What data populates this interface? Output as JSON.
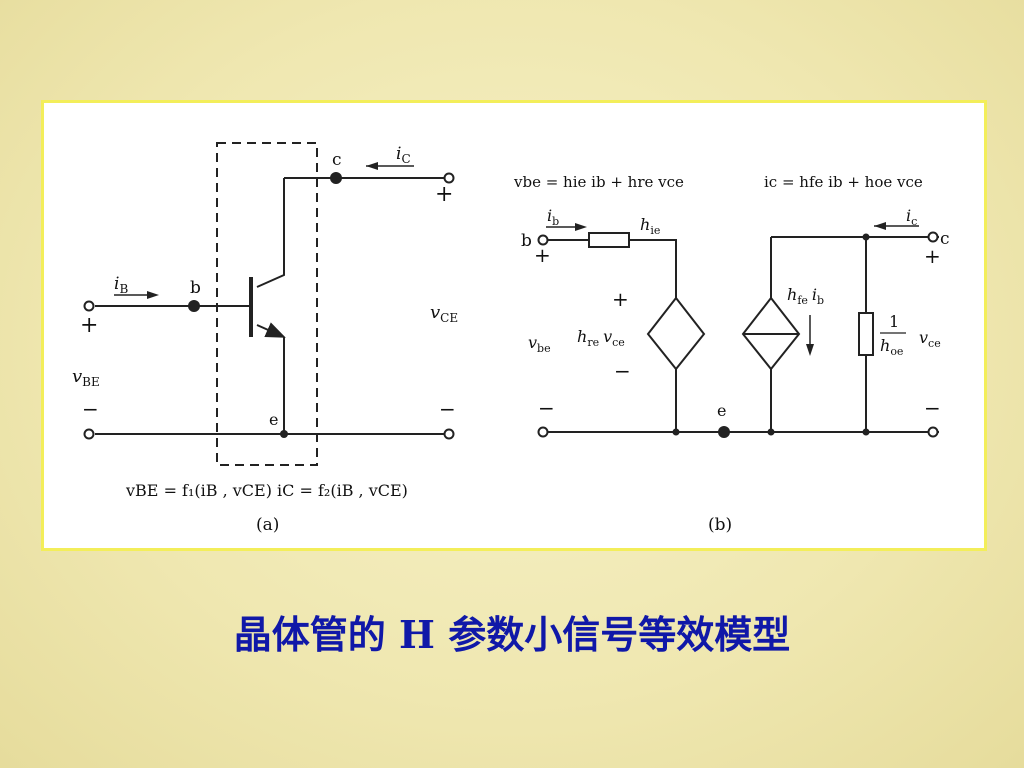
{
  "labels_a": {
    "c": "c",
    "b": "b",
    "e": "e",
    "iC": "i",
    "iC_sub": "C",
    "iB": "i",
    "iB_sub": "B",
    "plus": "+",
    "minus": "−",
    "vCE": "v",
    "vCE_sub": "CE",
    "vBE": "v",
    "vBE_sub": "BE",
    "eq": "vBE = f₁(iB , vCE)   iC = f₂(iB , vCE)",
    "tag": "(a)"
  },
  "labels_b": {
    "b": "b",
    "c": "c",
    "e": "e",
    "plus": "+",
    "minus": "−",
    "ib": "i",
    "ib_sub": "b",
    "ic": "i",
    "ic_sub": "c",
    "hie": "h",
    "hie_sub": "ie",
    "hre": "h",
    "hre_sub": "re",
    "vce_in": "v",
    "vce_in_sub": "ce",
    "hfe": "h",
    "hfe_sub": "fe",
    "ib2": "i",
    "ib2_sub": "b",
    "vbe": "v",
    "vbe_sub": "be",
    "vce": "v",
    "vce_sub": "ce",
    "one": "1",
    "hoe": "h",
    "hoe_sub": "oe",
    "eq1": "vbe = hie ib + hre vce",
    "eq2": "ic = hfe ib + hoe vce",
    "tag": "(b)"
  },
  "caption": {
    "left": "晶体管的",
    "h": "H",
    "right": "参数小信号等效模型"
  }
}
